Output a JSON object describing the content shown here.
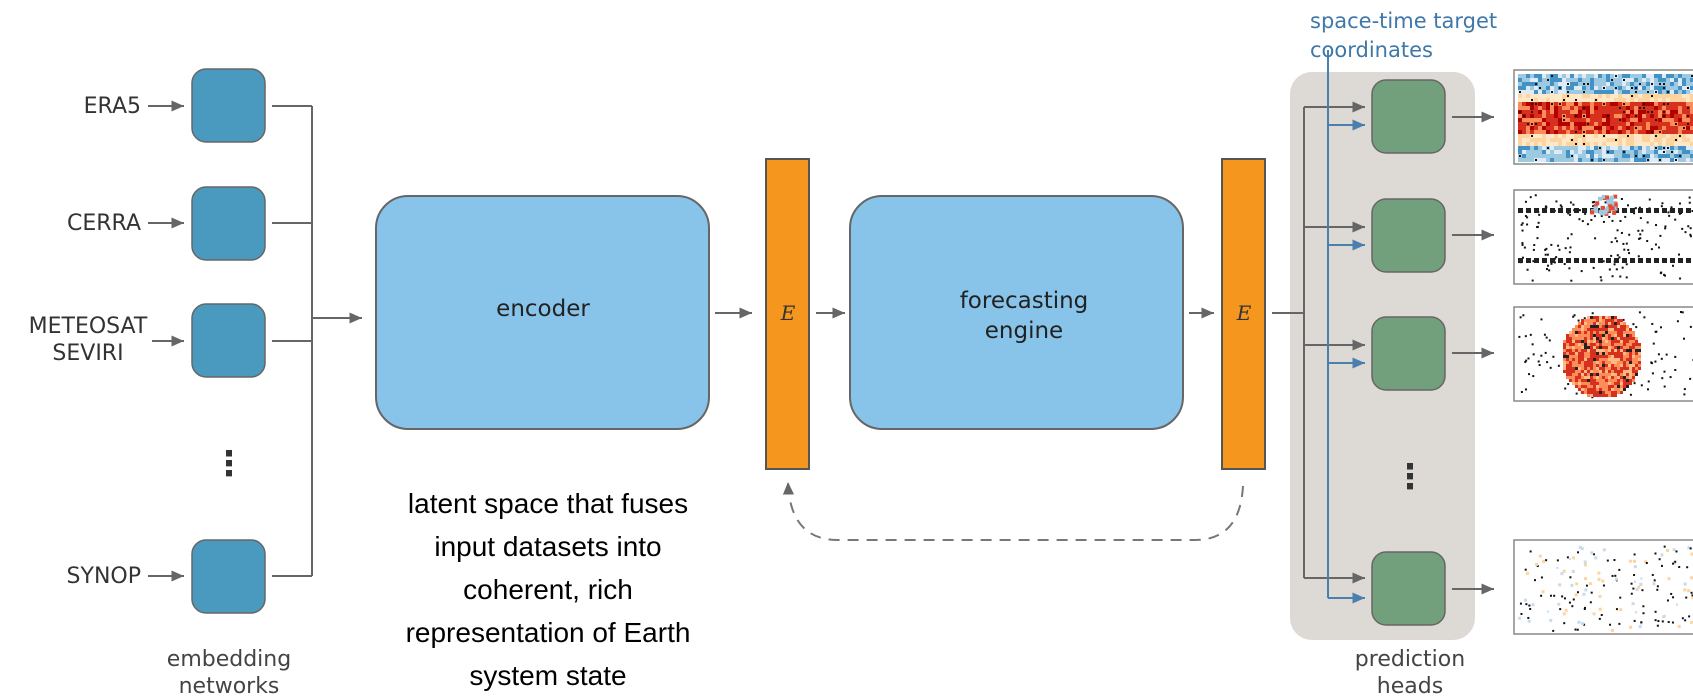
{
  "inputs": [
    {
      "label": "ERA5",
      "label2": ""
    },
    {
      "label": "CERRA",
      "label2": ""
    },
    {
      "label": "METEOSAT",
      "label2": "SEVIRI"
    },
    {
      "label": "SYNOP",
      "label2": ""
    }
  ],
  "ellipsis": "⋮",
  "embedding_caption": [
    "embedding",
    "networks"
  ],
  "encoder_label": "encoder",
  "forecast_label": [
    "forecasting",
    "engine"
  ],
  "embedding_symbol": "E",
  "latent_caption": [
    "latent space that fuses",
    "input datasets into",
    "coherent, rich",
    "representation of Earth",
    "system state"
  ],
  "coords_caption": [
    "space-time target",
    "coordinates"
  ],
  "heads_caption": [
    "prediction",
    "heads"
  ],
  "colors": {
    "embed_box": "#4a9abf",
    "main_box": "#88c4ea",
    "latent_bar": "#f5961e",
    "head_box": "#72a07c",
    "head_panel": "#ddd9d4",
    "coord_line": "#4b7fae"
  }
}
